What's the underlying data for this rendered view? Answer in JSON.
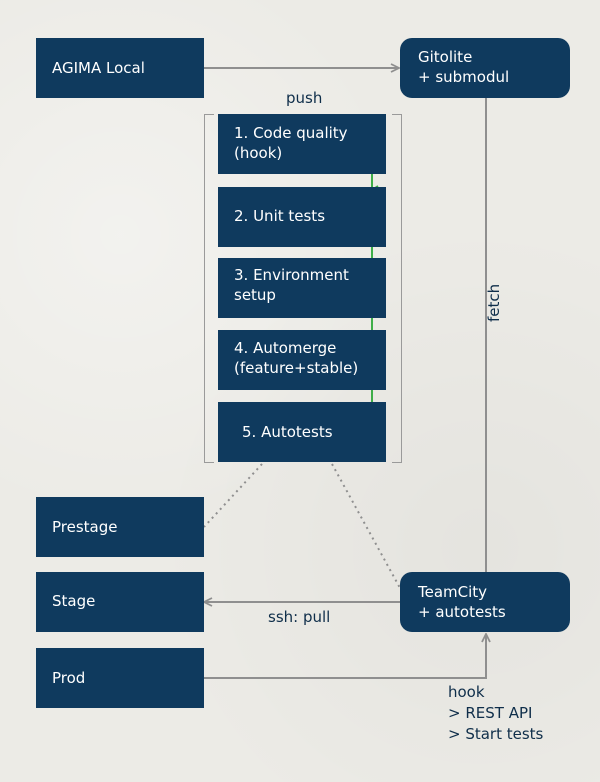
{
  "nodes": {
    "agima_local": "AGIMA Local",
    "gitolite_line1": "Gitolite",
    "gitolite_line2": "+ submodul",
    "step1_line1": "1. Code quality",
    "step1_line2": "(hook)",
    "step2": "2. Unit tests",
    "step3_line1": "3. Environment",
    "step3_line2": "setup",
    "step4_line1": "4. Automerge",
    "step4_line2": "(feature+stable)",
    "step5": "5. Autotests",
    "prestage": "Prestage",
    "stage": "Stage",
    "prod": "Prod",
    "teamcity_line1": "TeamCity",
    "teamcity_line2": "+ autotests"
  },
  "edge_labels": {
    "push": "push",
    "fetch": "fetch",
    "ssh_pull": "ssh: pull",
    "hook_line1": "hook",
    "hook_line2": "> REST API",
    "hook_line3": "> Start tests"
  },
  "colors": {
    "box": "#0f3a5e",
    "arrow": "#8f8f8f",
    "step_arrow": "#3fae49",
    "text_dark": "#0f2e4a"
  }
}
